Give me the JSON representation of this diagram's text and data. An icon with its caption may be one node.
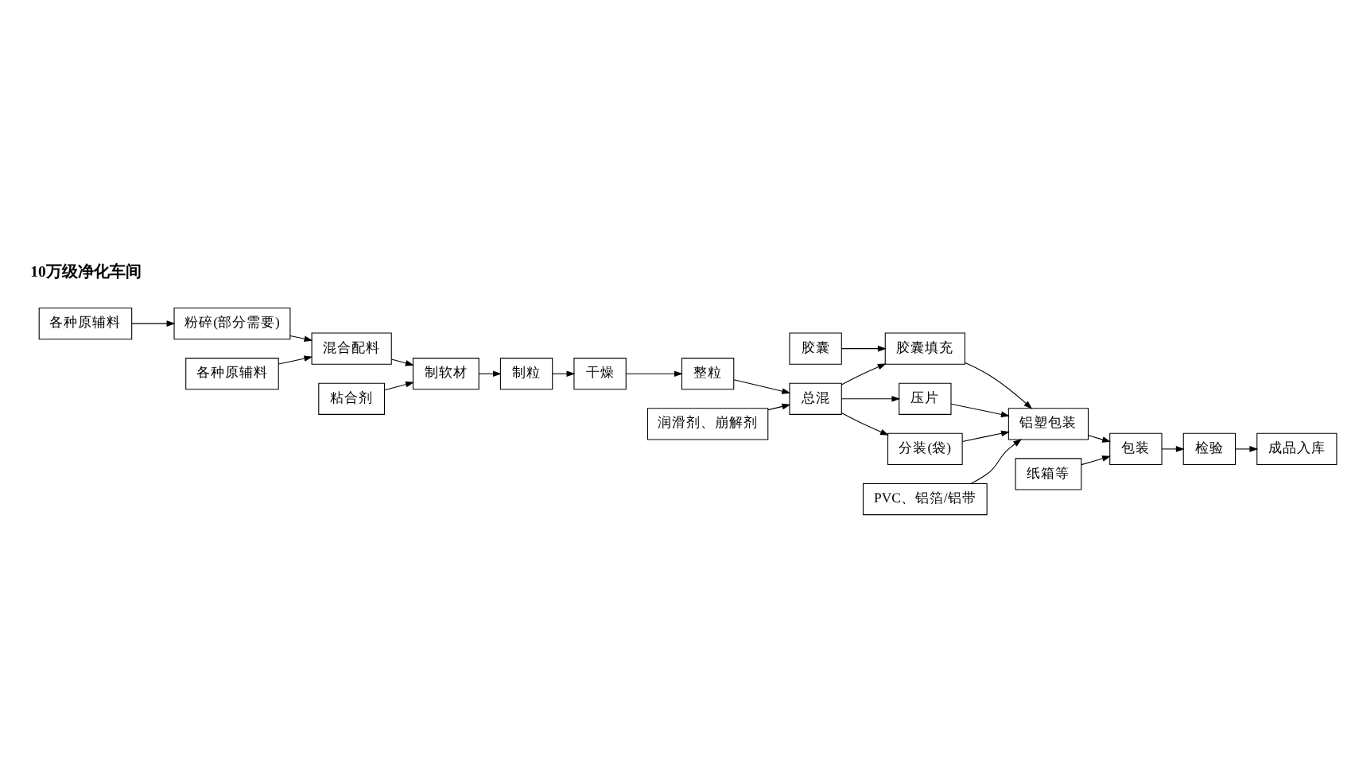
{
  "diagram": {
    "nodes": [
      {
        "text": [
          "各种原辅料"
        ]
      },
      {
        "text": [
          "粉碎(部分需要)"
        ]
      },
      {
        "text": [
          "各种原辅料"
        ]
      },
      {
        "text": [
          "混合配料"
        ]
      },
      {
        "text": [
          "粘合剂"
        ]
      },
      {
        "text": [
          "制软材"
        ]
      },
      {
        "text": [
          "制粒"
        ]
      },
      {
        "text": [
          "干燥"
        ]
      },
      {
        "text": [
          "整粒"
        ]
      },
      {
        "text": [
          "总混"
        ]
      },
      {
        "text": [
          "润滑剂、崩解剂"
        ]
      },
      {
        "text": [
          "胶囊"
        ]
      },
      {
        "text": [
          "胶囊填充"
        ]
      },
      {
        "text": [
          "压片"
        ]
      },
      {
        "text": [
          "分装(袋)"
        ]
      },
      {
        "text": [
          "PVC、铝箔/铝带"
        ]
      },
      {
        "text": [
          "铝塑包装"
        ]
      },
      {
        "text": [
          "纸箱等"
        ]
      },
      {
        "text": [
          "包装"
        ]
      },
      {
        "text": [
          "检验"
        ]
      },
      {
        "text": [
          "成品入库"
        ]
      }
    ],
    "edges": [
      {
        "from": 0,
        "to": 1,
        "arrow": "to"
      },
      {
        "from": 1,
        "to": 3,
        "arrow": "to"
      },
      {
        "from": 2,
        "to": 3,
        "arrow": "to"
      },
      {
        "from": 3,
        "to": 5,
        "arrow": "to"
      },
      {
        "from": 4,
        "to": 5,
        "arrow": "to"
      },
      {
        "from": 5,
        "to": 6,
        "arrow": "to"
      },
      {
        "from": 6,
        "to": 7,
        "arrow": "to"
      },
      {
        "from": 7,
        "to": 8,
        "arrow": "to"
      },
      {
        "from": 8,
        "to": 9,
        "arrow": "to"
      },
      {
        "from": 10,
        "to": 9,
        "arrow": "to"
      },
      {
        "from": 9,
        "to": 12,
        "arrow": "to"
      },
      {
        "from": 9,
        "to": 13,
        "arrow": "to"
      },
      {
        "from": 9,
        "to": 14,
        "arrow": "to"
      },
      {
        "from": 11,
        "to": 12,
        "arrow": "to"
      },
      {
        "from": 12,
        "to": 16,
        "arrow": "to"
      },
      {
        "from": 13,
        "to": 16,
        "arrow": "to"
      },
      {
        "from": 14,
        "to": 16,
        "arrow": "to"
      },
      {
        "from": 15,
        "to": 16,
        "arrow": "to"
      },
      {
        "from": 16,
        "to": 18,
        "arrow": "to"
      },
      {
        "from": 17,
        "to": 18,
        "arrow": "to"
      },
      {
        "from": 18,
        "to": 19,
        "arrow": "to"
      },
      {
        "from": 19,
        "to": 20,
        "arrow": "to"
      }
    ],
    "labels": [
      "10万级净化车间"
    ]
  }
}
